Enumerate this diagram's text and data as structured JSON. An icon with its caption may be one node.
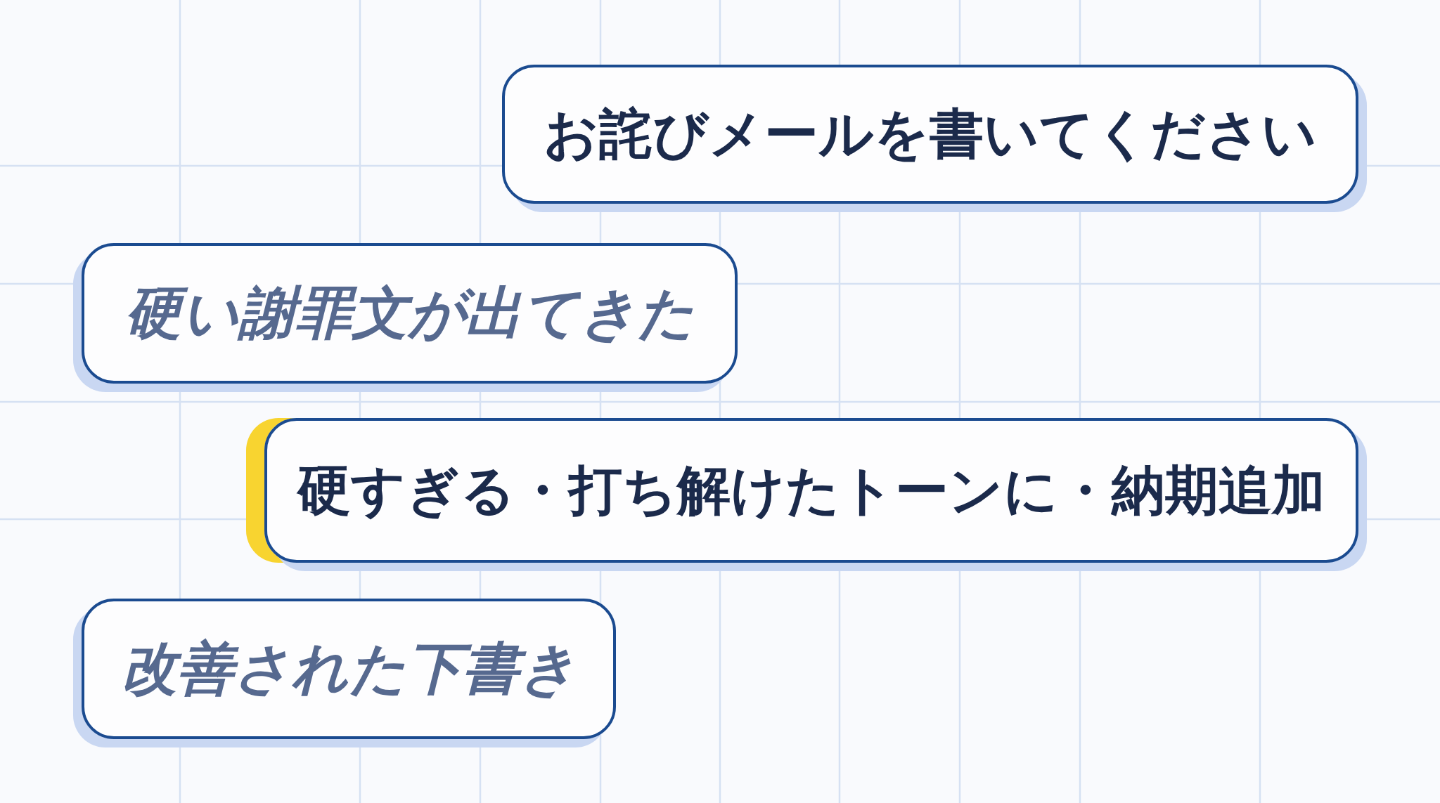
{
  "diagram": {
    "nodes": [
      {
        "text": [
          "お詫びメールを書いてください"
        ]
      },
      {
        "text": [
          "硬い謝罪文が出てきた"
        ]
      },
      {
        "text": [
          "硬すぎる・打ち解けたトーンに・納期追加"
        ]
      },
      {
        "text": [
          "改善された下書き"
        ]
      }
    ]
  }
}
